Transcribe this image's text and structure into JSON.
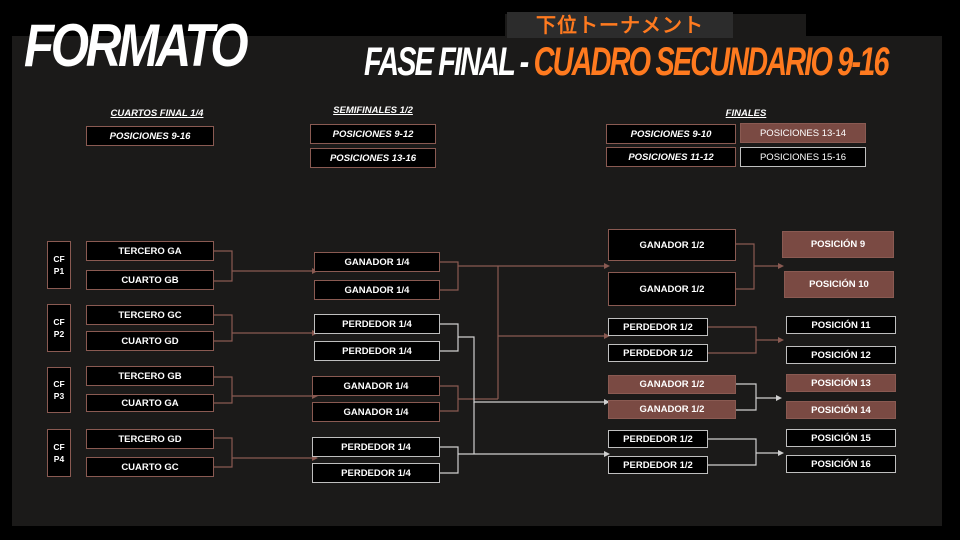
{
  "titles": {
    "left": "FORMATO",
    "right_white": "FASE FINAL - ",
    "right_orange": "CUADRO SECUNDARIO 9-16",
    "japanese": "下位トーナメント"
  },
  "headers": {
    "cuartos": "CUARTOS FINAL 1/4",
    "semis": "SEMIFINALES 1/2",
    "finales": "FINALES"
  },
  "legend": {
    "cuartos": [
      "POSICIONES 9-16"
    ],
    "semis": [
      "POSICIONES 9-12",
      "POSICIONES 13-16"
    ],
    "finales_left": [
      "POSICIONES 9-10",
      "POSICIONES 11-12"
    ],
    "finales_right": [
      "POSICIONES 13-14",
      "POSICIONES 15-16"
    ]
  },
  "groups": [
    {
      "label_top": "CF",
      "label_bottom": "P1",
      "teams": [
        "TERCERO GA",
        "CUARTO GB"
      ]
    },
    {
      "label_top": "CF",
      "label_bottom": "P2",
      "teams": [
        "TERCERO GC",
        "CUARTO GD"
      ]
    },
    {
      "label_top": "CF",
      "label_bottom": "P3",
      "teams": [
        "TERCERO GB",
        "CUARTO GA"
      ]
    },
    {
      "label_top": "CF",
      "label_bottom": "P4",
      "teams": [
        "TERCERO GD",
        "CUARTO GC"
      ]
    }
  ],
  "semis": [
    "GANADOR 1/4",
    "GANADOR 1/4",
    "PERDEDOR 1/4",
    "PERDEDOR 1/4",
    "GANADOR 1/4",
    "GANADOR 1/4",
    "PERDEDOR 1/4",
    "PERDEDOR 1/4"
  ],
  "finals": [
    "GANADOR 1/2",
    "GANADOR 1/2",
    "PERDEDOR 1/2",
    "PERDEDOR 1/2",
    "GANADOR 1/2",
    "GANADOR 1/2",
    "PERDEDOR 1/2",
    "PERDEDOR 1/2"
  ],
  "positions": [
    "POSICIÓN 9",
    "POSICIÓN 10",
    "POSICIÓN 11",
    "POSICIÓN 12",
    "POSICIÓN 13",
    "POSICIÓN 14",
    "POSICIÓN 15",
    "POSICIÓN 16"
  ],
  "colors": {
    "accent": "#ff7a1f",
    "border_brown": "#8a5a52",
    "fill_brown": "#7a4a43",
    "border_white": "#bfbfbf",
    "background": "#1b1a19"
  }
}
